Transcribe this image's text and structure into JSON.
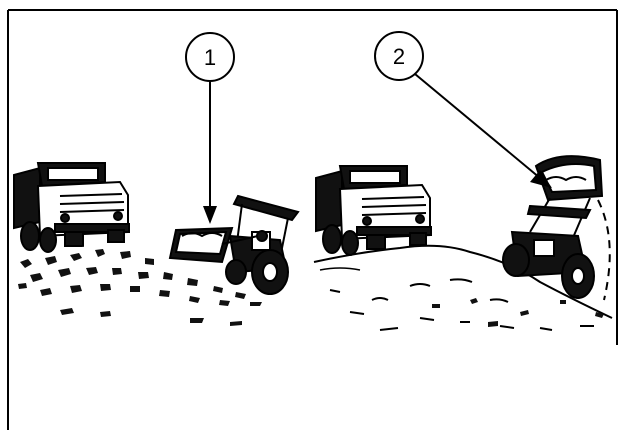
{
  "figure": {
    "callouts": [
      {
        "label": "1",
        "target": "loader-bucket-lowered"
      },
      {
        "label": "2",
        "target": "loader-bucket-raised"
      }
    ],
    "scenes": [
      {
        "name": "loading-with-lowered-bucket",
        "icons": [
          "dump-truck-icon",
          "front-end-loader-icon",
          "gravel-pile-icon"
        ]
      },
      {
        "name": "loading-with-raised-bucket",
        "icons": [
          "dump-truck-icon",
          "front-end-loader-icon",
          "earth-mound-icon"
        ]
      }
    ],
    "line_color": "#000000",
    "background_color": "#ffffff"
  }
}
